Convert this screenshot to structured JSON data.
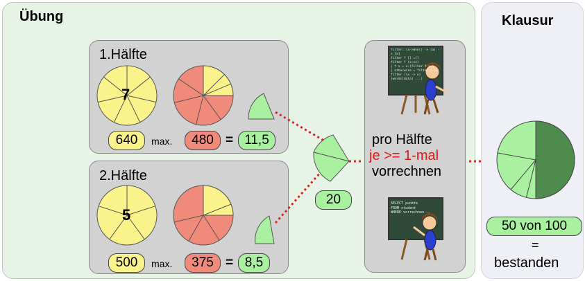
{
  "uebung": {
    "title": "Übung"
  },
  "klausur": {
    "title": "Klausur",
    "score": "50 von 100",
    "equals": "=",
    "result": "bestanden"
  },
  "half1": {
    "title": "1.Hälfte",
    "count": "7",
    "points": "640",
    "max_label": "max.",
    "max": "480",
    "eq": "=",
    "grade": "11,5"
  },
  "half2": {
    "title": "2.Hälfte",
    "count": "5",
    "points": "500",
    "max_label": "max.",
    "max": "375",
    "eq": "=",
    "grade": "8,5"
  },
  "combined": {
    "value": "20"
  },
  "rule": {
    "line1": "pro Hälfte",
    "line2": "je >= 1-mal",
    "line3": "vorrechnen"
  },
  "board1_text": [
    "filter::(a->Bool) -> [a] -> [a]",
    "filter f [] =[]",
    "filter f (x:xs)",
    "| f x = x:(filter f xs)",
    "| otherwise = filter f xs",
    "filter (\\x -> x) (words[data] ...)"
  ],
  "board2_text": [
    "SELECT punkte",
    "FROM student",
    "WHERE vorrechnen..."
  ],
  "colors": {
    "yellow": "#faf28a",
    "red": "#f08a7a",
    "green": "#a9f0a0",
    "darkgreen": "#4f8a4f",
    "dotted": "#e02020"
  }
}
